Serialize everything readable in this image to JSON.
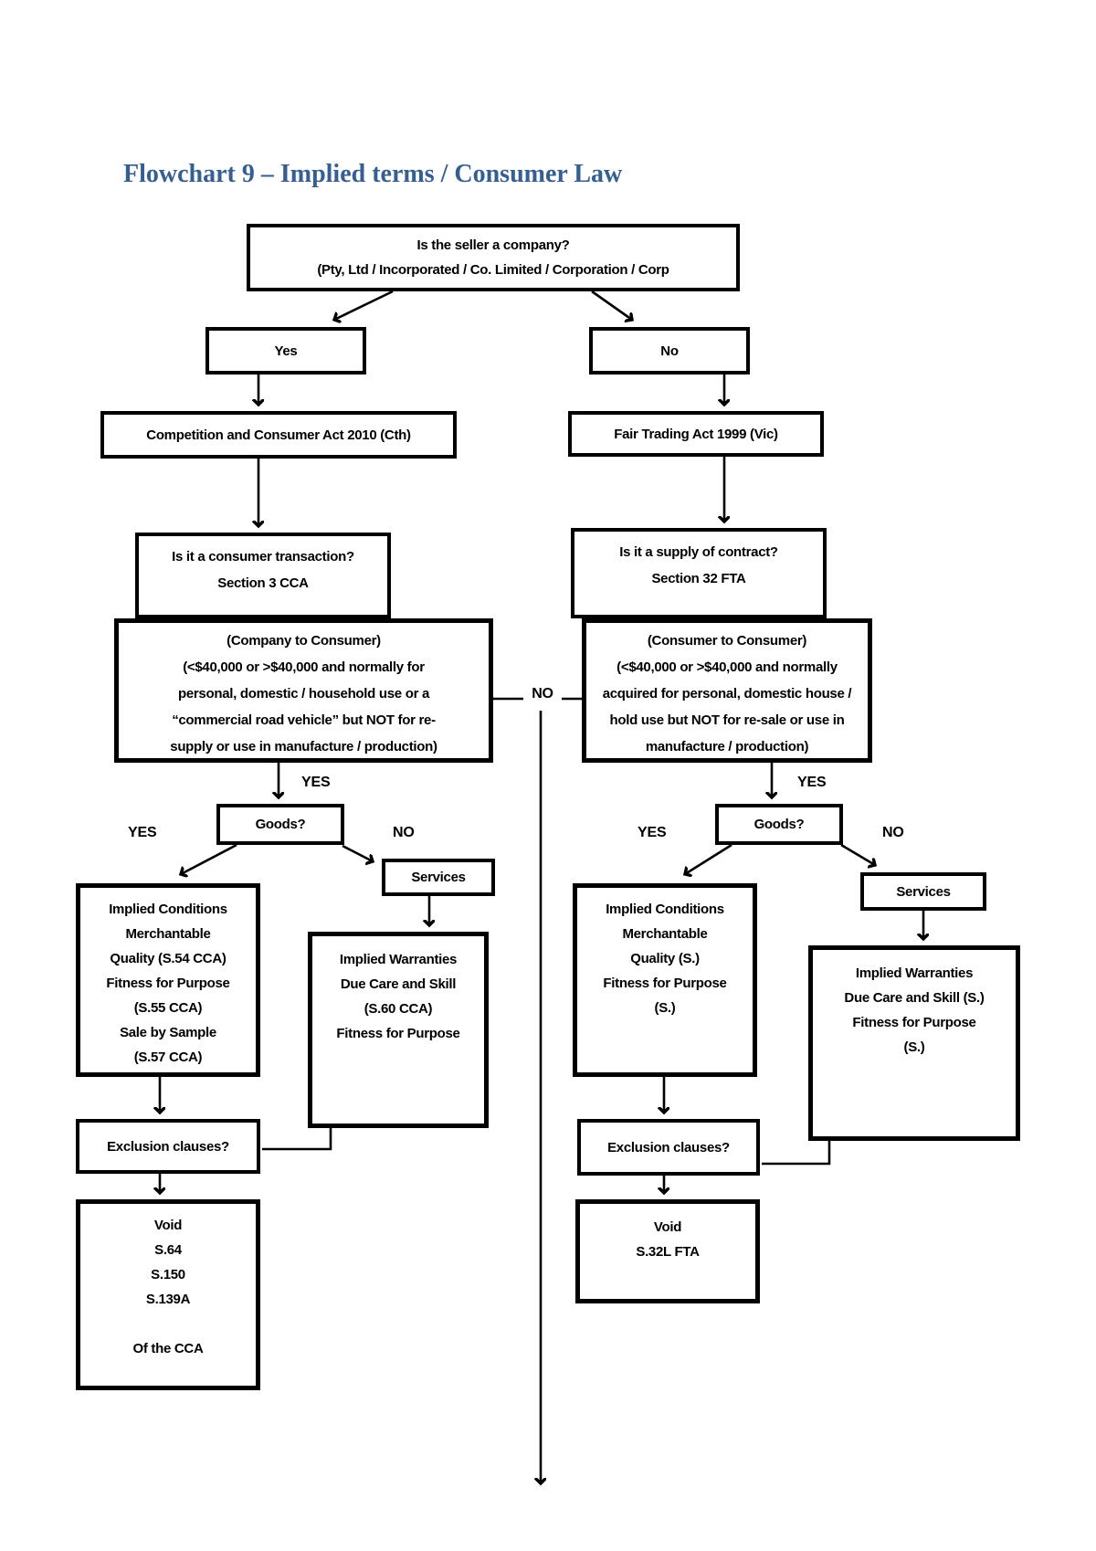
{
  "title": "Flowchart 9 – Implied terms / Consumer Law",
  "colors": {
    "title": "#365f91",
    "line": "#000000",
    "box_background": "#ffffff"
  },
  "nodes": {
    "seller": {
      "lines": [
        "Is the seller a company?",
        "(Pty, Ltd / Incorporated / Co. Limited / Corporation / Corp"
      ]
    },
    "yes": {
      "label": "Yes"
    },
    "no": {
      "label": "No"
    },
    "cca": {
      "label": "Competition and Consumer Act 2010 (Cth)"
    },
    "fta": {
      "label": "Fair Trading Act 1999 (Vic)"
    },
    "consumer_transaction": {
      "lines": [
        "Is it a consumer transaction?",
        "Section 3 CCA"
      ]
    },
    "supply_contract": {
      "lines": [
        "Is it a supply of contract?",
        "Section 32 FTA"
      ]
    },
    "company_to_consumer": {
      "lines": [
        "(Company to Consumer)",
        "(<$40,000 or >$40,000 and normally for",
        "personal, domestic / household use or a",
        "“commercial road vehicle” but NOT for re-",
        "supply or use in manufacture / production)"
      ]
    },
    "consumer_to_consumer": {
      "lines": [
        "(Consumer to Consumer)",
        "(<$40,000 or >$40,000 and normally",
        "acquired for personal, domestic house /",
        "hold use but NOT for re-sale or use in",
        "manufacture / production)"
      ]
    },
    "goods_left": {
      "label": "Goods?"
    },
    "goods_right": {
      "label": "Goods?"
    },
    "services_left": {
      "label": "Services"
    },
    "services_right": {
      "label": "Services"
    },
    "implied_conditions_left": {
      "lines": [
        "Implied Conditions",
        "Merchantable",
        "Quality (S.54 CCA)",
        "Fitness for Purpose",
        "(S.55 CCA)",
        "Sale by Sample",
        "(S.57 CCA)"
      ]
    },
    "implied_warranties_left": {
      "lines": [
        "Implied Warranties",
        "Due Care and Skill",
        "(S.60 CCA)",
        "Fitness for Purpose"
      ]
    },
    "implied_conditions_right": {
      "lines": [
        "Implied Conditions",
        "Merchantable",
        "Quality (S.)",
        "Fitness for Purpose",
        "(S.)"
      ]
    },
    "implied_warranties_right": {
      "lines": [
        "Implied Warranties",
        "Due Care and Skill (S.)",
        "Fitness for Purpose",
        "(S.)"
      ]
    },
    "exclusion_left": {
      "label": "Exclusion clauses?"
    },
    "exclusion_right": {
      "label": "Exclusion clauses?"
    },
    "void_left": {
      "lines": [
        "Void",
        "S.64",
        "S.150",
        "S.139A",
        "",
        "Of the CCA"
      ]
    },
    "void_right": {
      "lines": [
        "Void",
        "S.32L FTA"
      ]
    }
  },
  "edge_labels": {
    "middle_no": "NO",
    "left_branch_yes": "YES",
    "left_goods_yes": "YES",
    "left_goods_no": "NO",
    "right_branch_yes": "YES",
    "right_goods_yes": "YES",
    "right_goods_no": "NO"
  }
}
